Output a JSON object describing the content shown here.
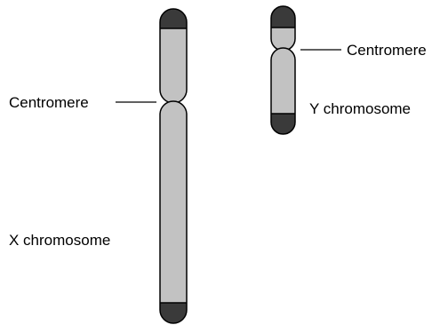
{
  "labels": {
    "x_centromere": "Centromere",
    "x_chromosome": "X chromosome",
    "y_centromere": "Centromere",
    "y_chromosome": "Y chromosome"
  },
  "colors": {
    "arm_fill": "#c2c2c2",
    "telomere_fill": "#3a3a3a",
    "outline": "#000000",
    "label_text": "#000000",
    "background": "#ffffff"
  }
}
